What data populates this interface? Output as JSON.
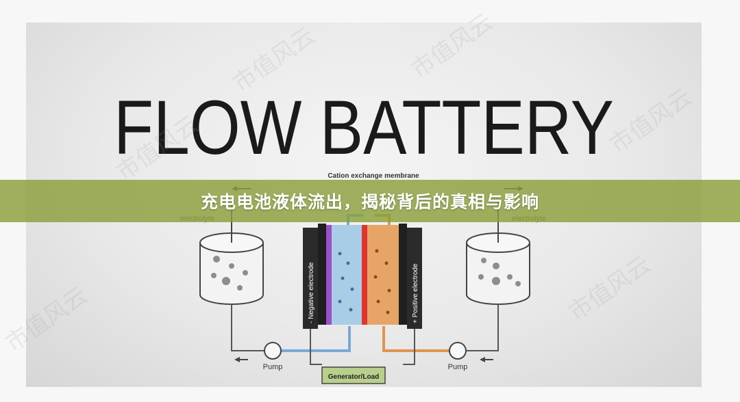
{
  "banner": {
    "title": "充电电池液体流出，揭秘背后的真相与影响"
  },
  "diagram": {
    "heading": "FLOW BATTERY",
    "membrane_label": "Cation exchange membrane",
    "left_label": "electrolyte",
    "right_label": "electrolyte",
    "negative_electrode": "- Negative electrode",
    "positive_electrode": "+ Positive electrode",
    "pump_left": "Pump",
    "pump_right": "Pump",
    "generator": "Generator/Load"
  },
  "watermark": "市值风云",
  "colors": {
    "banner": "#8aa03a",
    "negative_electrolyte": "#a9cde6",
    "positive_electrolyte": "#e7a467",
    "membrane_left": "#9b4fc9",
    "membrane_right": "#e3342c",
    "electrode": "#2b2b2b",
    "generator_box": "#b9d08c"
  }
}
